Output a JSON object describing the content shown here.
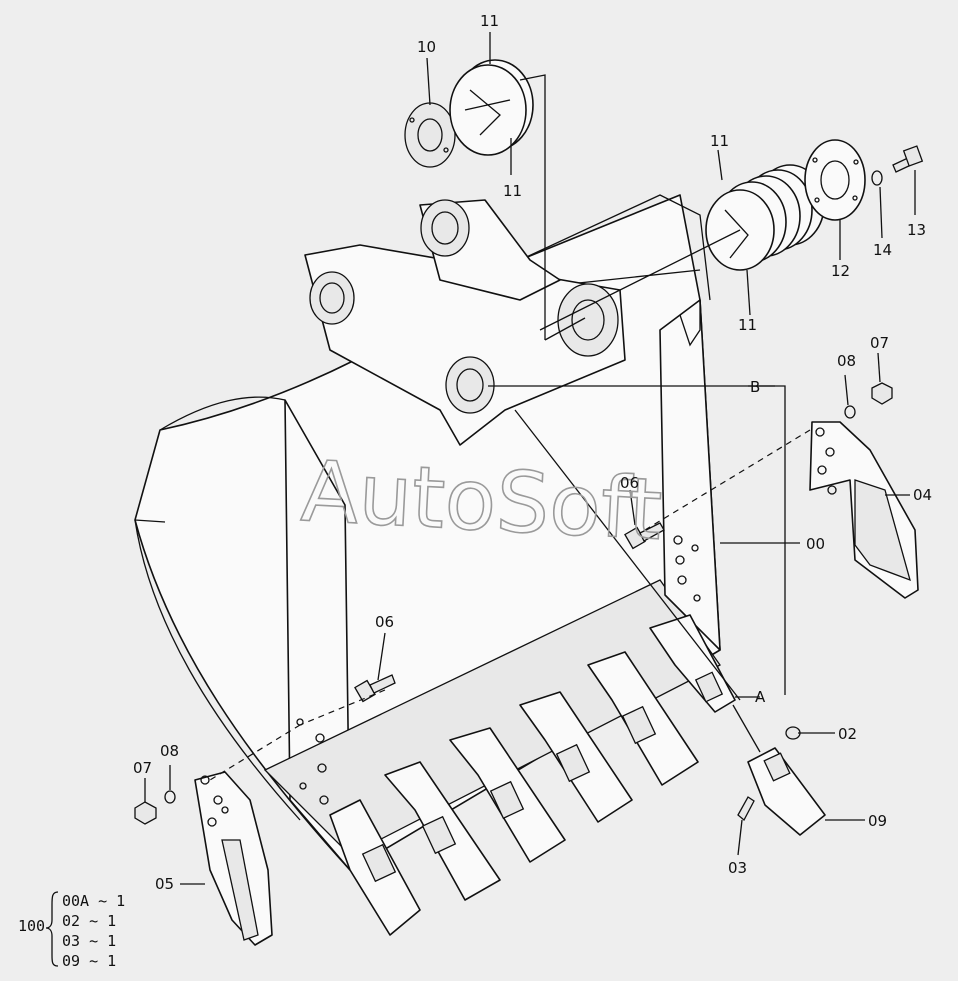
{
  "watermark": "AutoSoft",
  "callouts": {
    "c00": "00",
    "c02": "02",
    "c03": "03",
    "c04": "04",
    "c05": "05",
    "c06a": "06",
    "c06b": "06",
    "c07a": "07",
    "c07b": "07",
    "c08a": "08",
    "c08b": "08",
    "c09": "09",
    "c10": "10",
    "c11a": "11",
    "c11b": "11",
    "c11c": "11",
    "c11d": "11",
    "c12": "12",
    "c13": "13",
    "c14": "14",
    "cA": "A",
    "cB": "B"
  },
  "kit": {
    "number": "100",
    "lines": [
      "00A ~ 1",
      "02  ~ 1",
      "03  ~ 1",
      "09  ~ 1"
    ]
  }
}
